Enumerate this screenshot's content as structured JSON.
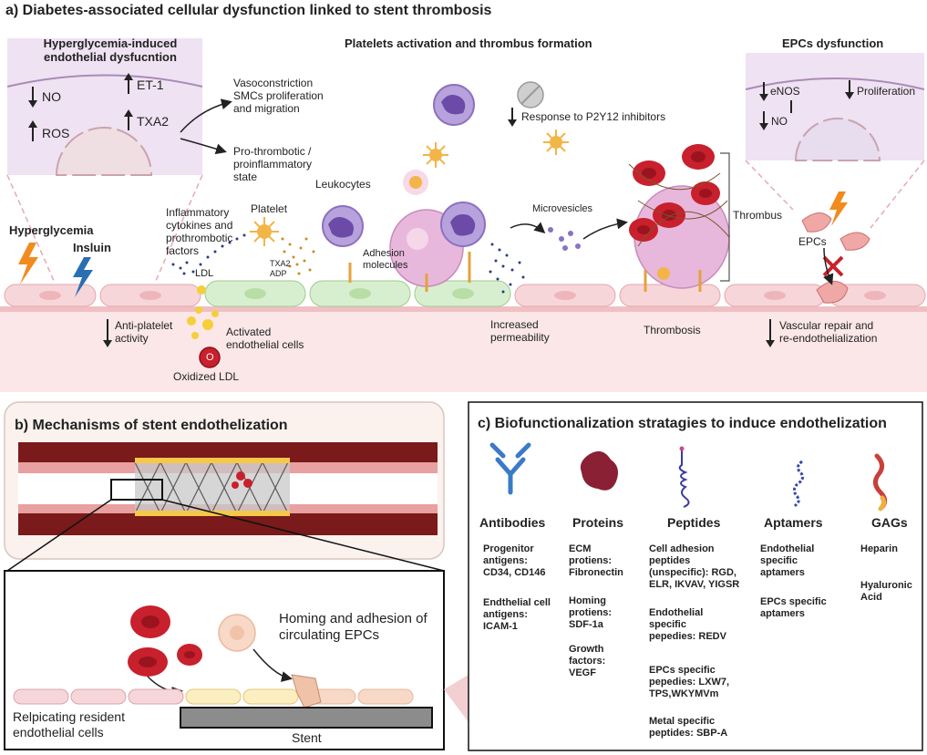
{
  "panel_a": {
    "title": "a)  Diabetes-associated cellular dysfunction linked to stent thrombosis",
    "hyperglycemia_box": {
      "title": "Hyperglycemia-induced\nendothelial dysfucntion",
      "no": "NO",
      "ros": "ROS",
      "et1": "ET-1",
      "txa2": "TXA2"
    },
    "vasoconstriction": "Vasoconstriction\nSMCs proliferation\nand migration",
    "prothrombotic": "Pro-thrombotic /\nproinflammatory\nstate",
    "platelets_title": "Platelets activation and thrombus formation",
    "p2y12": "Response to P2Y12 inhibitors",
    "epcs_box": {
      "title": "EPCs dysfunction",
      "enos": "eNOS",
      "no": "NO",
      "proliferation": "Proliferation"
    },
    "hyperglycemia": "Hyperglycemia",
    "insluin": "Insluin",
    "cytokines": "Inflammatory\ncytokines and\nprothrombotic\nfactors",
    "ldl": "LDL",
    "platelet": "Platelet",
    "leukocytes": "Leukocytes",
    "txa2_adp": "TXA2\nADP",
    "adhesion": "Adhesion\nmolecules",
    "microvesicles": "Microvesicles",
    "thrombus": "Thrombus",
    "epcs": "EPCs",
    "anti_platelet": "Anti-platelet\nactivity",
    "activated": "Activated\nendothelial cells",
    "oxidized_marker": "O",
    "oxidized_ldl": "Oxidized LDL",
    "permeability": "Increased\npermeability",
    "thrombosis": "Thrombosis",
    "vascular_repair": "Vascular repair and\nre-endothelialization"
  },
  "panel_b": {
    "title": "b)  Mechanisms of stent endothelization",
    "homing": "Homing and adhesion of\ncirculating EPCs",
    "replicating": "Relpicating resident\nendothelial cells",
    "stent": "Stent"
  },
  "panel_c": {
    "title": "c)  Biofunctionalization stratagies to induce  endothelization",
    "categories": [
      {
        "name": "Antibodies",
        "items": [
          "Progenitor\nantigens:\nCD34, CD146",
          "Endthelial cell\nantigens:\nICAM-1"
        ]
      },
      {
        "name": "Proteins",
        "items": [
          "ECM\nprotiens:\nFibronectin",
          "Homing\nprotiens:\nSDF-1a",
          "Growth\nfactors:\nVEGF"
        ]
      },
      {
        "name": "Peptides",
        "items": [
          "Cell adhesion\npeptides\n(unspecific): RGD,\nELR, IKVAV, YIGSR",
          "Endothelial\nspecific\npepedies: REDV",
          "EPCs specific\npepedies: LXW7,\nTPS,WKYMVm",
          "Metal specific\npeptides:  SBP-A"
        ]
      },
      {
        "name": "Aptamers",
        "items": [
          "Endothelial\nspecific\naptamers",
          "EPCs specific\naptamers"
        ]
      },
      {
        "name": "GAGs",
        "items": [
          "Heparin",
          "Hyaluronic\nAcid"
        ]
      }
    ]
  },
  "colors": {
    "endothelium_pink": "#f6d3d6",
    "vessel_bg": "#fbe7e8",
    "activated_green": "#d8efcf",
    "rbc_red": "#c8202c",
    "leukocyte_purple": "#a48ad0",
    "platelet_orange": "#f2b548",
    "stent_gray": "#8c8c8c",
    "panel_box_purple": "#efe2f2",
    "antibody_blue": "#3a7ac8"
  }
}
